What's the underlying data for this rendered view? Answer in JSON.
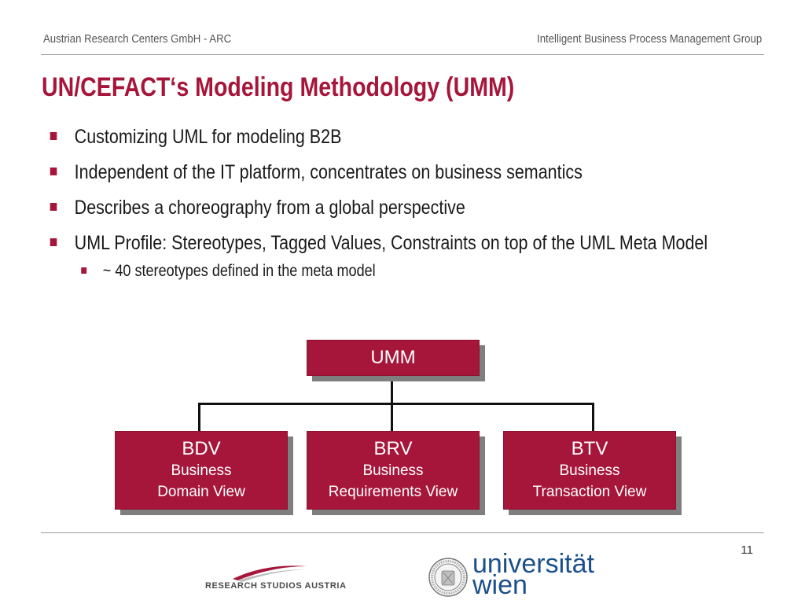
{
  "header": {
    "left": "Austrian Research Centers GmbH - ARC",
    "right": "Intelligent Business Process Management Group"
  },
  "slide": {
    "title": "UN/CEFACT‘s Modeling Methodology (UMM)",
    "bullets": [
      "Customizing UML for modeling B2B",
      "Independent of the IT platform, concentrates on business semantics",
      "Describes a choreography from a global perspective",
      "UML Profile: Stereotypes, Tagged Values, Constraints on top of the UML Meta Model"
    ],
    "sub_bullet": "~ 40 stereotypes defined in the meta model"
  },
  "diagram": {
    "root": {
      "label": "UMM"
    },
    "children": [
      {
        "abbr": "BDV",
        "line1": "Business",
        "line2": "Domain View"
      },
      {
        "abbr": "BRV",
        "line1": "Business",
        "line2": "Requirements View"
      },
      {
        "abbr": "BTV",
        "line1": "Business",
        "line2": "Transaction View"
      }
    ],
    "colors": {
      "box": "#a6163a",
      "shadow": "#7f7f7f",
      "connector": "#111111"
    }
  },
  "footer": {
    "page_number": "11",
    "logo_left_text": "RESEARCH STUDIOS AUSTRIA",
    "logo_right_line1": "universität",
    "logo_right_line2": "wien"
  },
  "colors": {
    "accent": "#a6163a",
    "university_blue": "#1b4f8c"
  }
}
